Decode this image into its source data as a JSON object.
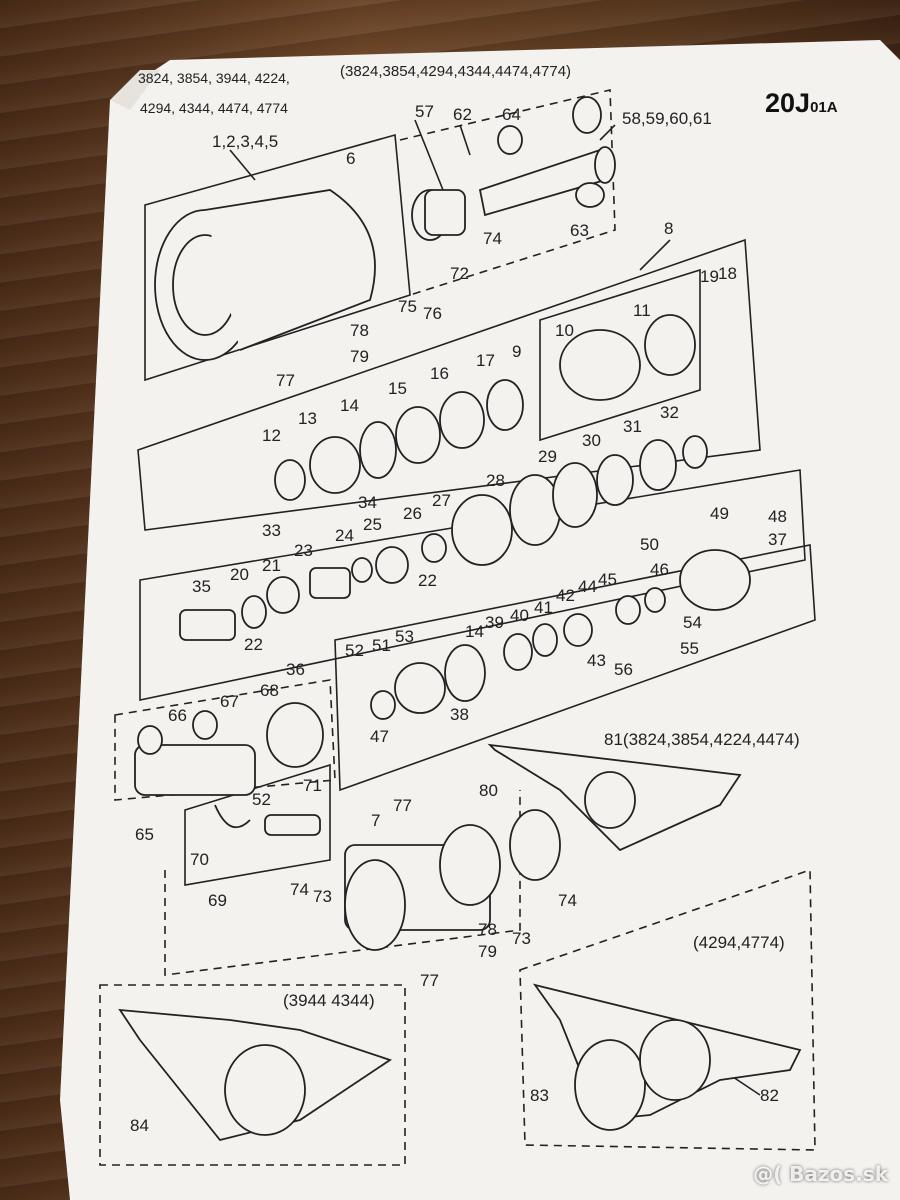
{
  "sheet": {
    "code": "20J",
    "code_suffix": "01A",
    "header_left_line1": "3824, 3854, 3944, 4224,",
    "header_left_line2": "4294, 4344, 4474, 4774",
    "header_group": "(3824,3854,4294,4344,4474,4774)",
    "variant_81": "81(3824,3854,4224,4474)",
    "variant_bottom_left": "(3944 4344)",
    "variant_bottom_right": "(4294,4774)"
  },
  "callouts": [
    "1,2,3,4,5",
    "57",
    "62",
    "64",
    "58,59,60,61",
    "6",
    "74",
    "72",
    "75",
    "76",
    "63",
    "8",
    "19",
    "18",
    "78",
    "79",
    "77",
    "10",
    "11",
    "9",
    "17",
    "16",
    "15",
    "14",
    "13",
    "12",
    "30",
    "31",
    "32",
    "29",
    "28",
    "34",
    "33",
    "27",
    "26",
    "22",
    "25",
    "24",
    "23",
    "21",
    "20",
    "35",
    "22",
    "49",
    "48",
    "50",
    "37",
    "46",
    "44",
    "45",
    "42",
    "41",
    "40",
    "39",
    "14",
    "53",
    "43",
    "54",
    "55",
    "56",
    "51",
    "52",
    "36",
    "38",
    "47",
    "67",
    "66",
    "68",
    "65",
    "52",
    "71",
    "70",
    "69",
    "81",
    "80",
    "77",
    "7",
    "74",
    "73",
    "74",
    "73",
    "78",
    "79",
    "77",
    "84",
    "83",
    "82"
  ],
  "watermark": "@( Bazos.sk"
}
